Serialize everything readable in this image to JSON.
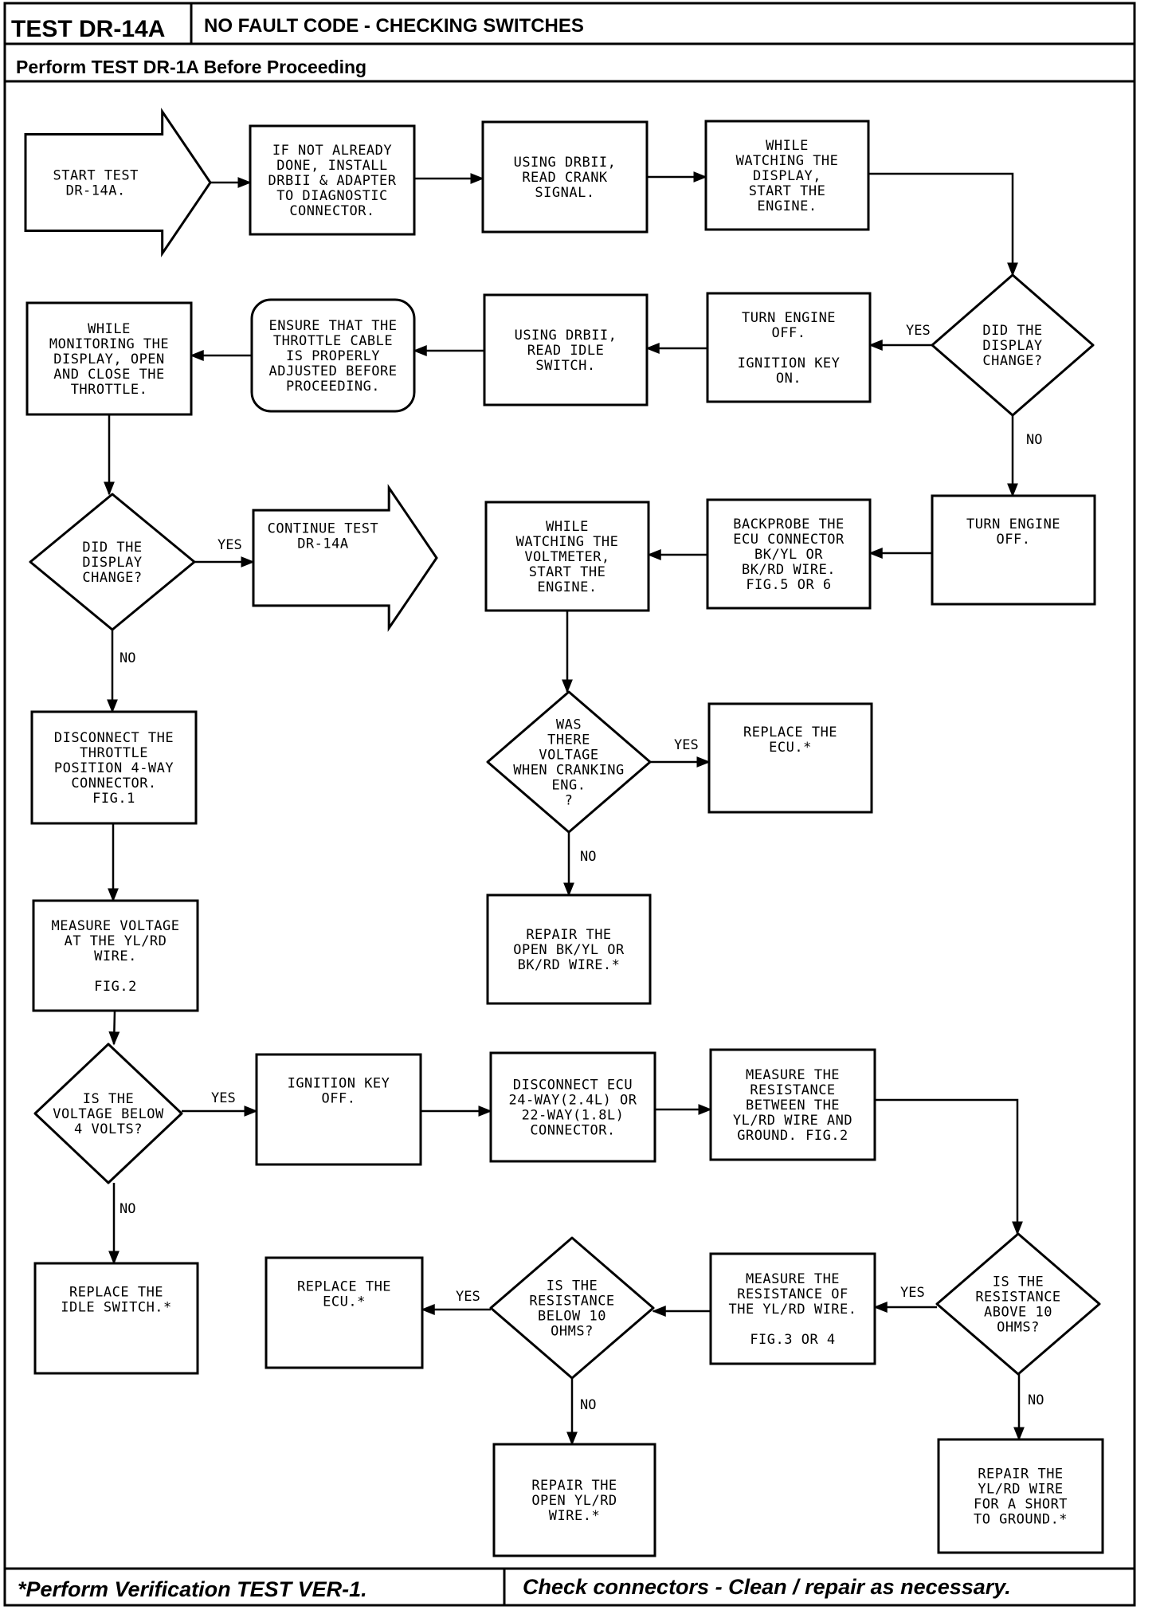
{
  "header": {
    "test_id": "TEST DR-14A",
    "title": "NO FAULT CODE - CHECKING SWITCHES",
    "prerequisite": "Perform TEST DR-1A Before Proceeding"
  },
  "footer": {
    "verification_note": "*Perform Verification TEST VER-1.",
    "connector_note": "Check connectors - Clean / repair as necessary."
  },
  "labels": {
    "yes": "YES",
    "no": "NO"
  },
  "nodes": [
    {
      "id": "start",
      "type": "arrow",
      "lines": [
        "START TEST",
        "DR-14A."
      ]
    },
    {
      "id": "install-drbii",
      "type": "process",
      "lines": [
        "IF NOT ALREADY",
        "DONE, INSTALL",
        "DRBII & ADAPTER",
        "TO DIAGNOSTIC",
        "CONNECTOR."
      ]
    },
    {
      "id": "read-crank",
      "type": "process",
      "lines": [
        "USING DRBII,",
        "READ CRANK",
        "SIGNAL."
      ]
    },
    {
      "id": "start-engine-display",
      "type": "process",
      "lines": [
        "WHILE",
        "WATCHING THE",
        "DISPLAY,",
        "START THE",
        "ENGINE."
      ]
    },
    {
      "id": "display-change-1",
      "type": "decision",
      "lines": [
        "DID THE",
        "DISPLAY",
        "CHANGE?"
      ]
    },
    {
      "id": "engine-off-key-on",
      "type": "process",
      "lines": [
        "TURN ENGINE",
        "OFF.",
        "",
        "IGNITION KEY",
        "ON."
      ]
    },
    {
      "id": "read-idle",
      "type": "process",
      "lines": [
        "USING DRBII,",
        "READ IDLE",
        "SWITCH."
      ]
    },
    {
      "id": "throttle-cable",
      "type": "rounded",
      "lines": [
        "ENSURE THAT THE",
        "THROTTLE CABLE",
        "IS PROPERLY",
        "ADJUSTED BEFORE",
        "PROCEEDING."
      ]
    },
    {
      "id": "open-close-throttle",
      "type": "process",
      "lines": [
        "WHILE",
        "MONITORING THE",
        "DISPLAY, OPEN",
        "AND CLOSE THE",
        "THROTTLE."
      ]
    },
    {
      "id": "display-change-2",
      "type": "decision",
      "lines": [
        "DID THE",
        "DISPLAY",
        "CHANGE?"
      ]
    },
    {
      "id": "continue-test",
      "type": "arrow",
      "lines": [
        "CONTINUE TEST",
        "DR-14A"
      ]
    },
    {
      "id": "engine-off",
      "type": "process",
      "lines": [
        "TURN ENGINE",
        "OFF."
      ]
    },
    {
      "id": "backprobe-ecu",
      "type": "process",
      "lines": [
        "BACKPROBE THE",
        "ECU CONNECTOR",
        "BK/YL OR",
        "BK/RD WIRE.",
        "FIG.5 OR 6"
      ]
    },
    {
      "id": "voltmeter-start",
      "type": "process",
      "lines": [
        "WHILE",
        "WATCHING THE",
        "VOLTMETER,",
        "START THE",
        "ENGINE."
      ]
    },
    {
      "id": "voltage-cranking",
      "type": "decision",
      "lines": [
        "WAS",
        "THERE",
        "VOLTAGE",
        "WHEN CRANKING",
        "ENG.",
        "?"
      ]
    },
    {
      "id": "replace-ecu-1",
      "type": "process",
      "lines": [
        "REPLACE THE",
        "ECU.*"
      ]
    },
    {
      "id": "repair-bk-wire",
      "type": "process",
      "lines": [
        "REPAIR THE",
        "OPEN BK/YL OR",
        "BK/RD WIRE.*"
      ]
    },
    {
      "id": "disconnect-tps",
      "type": "process",
      "lines": [
        "DISCONNECT THE",
        "THROTTLE",
        "POSITION 4-WAY",
        "CONNECTOR.",
        "FIG.1"
      ]
    },
    {
      "id": "measure-voltage",
      "type": "process",
      "lines": [
        "MEASURE VOLTAGE",
        "AT THE YL/RD",
        "WIRE.",
        "",
        "FIG.2"
      ]
    },
    {
      "id": "voltage-below-4",
      "type": "decision",
      "lines": [
        "IS THE",
        "VOLTAGE BELOW",
        "4 VOLTS?"
      ]
    },
    {
      "id": "ignition-off",
      "type": "process",
      "lines": [
        "IGNITION KEY",
        "OFF."
      ]
    },
    {
      "id": "disconnect-ecu",
      "type": "process",
      "lines": [
        "DISCONNECT ECU",
        "24-WAY(2.4L) OR",
        "22-WAY(1.8L)",
        "CONNECTOR."
      ]
    },
    {
      "id": "measure-res-ground",
      "type": "process",
      "lines": [
        "MEASURE THE",
        "RESISTANCE",
        "BETWEEN THE",
        "YL/RD WIRE AND",
        "GROUND. FIG.2"
      ]
    },
    {
      "id": "res-above-10",
      "type": "decision",
      "lines": [
        "IS THE",
        "RESISTANCE",
        "ABOVE 10",
        "OHMS?"
      ]
    },
    {
      "id": "measure-res-wire",
      "type": "process",
      "lines": [
        "MEASURE THE",
        "RESISTANCE OF",
        "THE YL/RD WIRE.",
        "",
        "FIG.3 OR 4"
      ]
    },
    {
      "id": "res-below-10",
      "type": "decision",
      "lines": [
        "IS THE",
        "RESISTANCE",
        "BELOW 10",
        "OHMS?"
      ]
    },
    {
      "id": "replace-ecu-2",
      "type": "process",
      "lines": [
        "REPLACE THE",
        "ECU.*"
      ]
    },
    {
      "id": "replace-idle-switch",
      "type": "process",
      "lines": [
        "REPLACE THE",
        "IDLE SWITCH.*"
      ]
    },
    {
      "id": "repair-open-yl",
      "type": "process",
      "lines": [
        "REPAIR THE",
        "OPEN YL/RD",
        "WIRE.*"
      ]
    },
    {
      "id": "repair-short",
      "type": "process",
      "lines": [
        "REPAIR THE",
        "YL/RD WIRE",
        "FOR A SHORT",
        "TO GROUND.*"
      ]
    }
  ],
  "edges": [
    {
      "from": "start",
      "to": "install-drbii",
      "label": ""
    },
    {
      "from": "install-drbii",
      "to": "read-crank",
      "label": ""
    },
    {
      "from": "read-crank",
      "to": "start-engine-display",
      "label": ""
    },
    {
      "from": "start-engine-display",
      "to": "display-change-1",
      "label": ""
    },
    {
      "from": "display-change-1",
      "to": "engine-off-key-on",
      "label": "YES"
    },
    {
      "from": "display-change-1",
      "to": "engine-off",
      "label": "NO"
    },
    {
      "from": "engine-off-key-on",
      "to": "read-idle",
      "label": ""
    },
    {
      "from": "read-idle",
      "to": "throttle-cable",
      "label": ""
    },
    {
      "from": "throttle-cable",
      "to": "open-close-throttle",
      "label": ""
    },
    {
      "from": "open-close-throttle",
      "to": "display-change-2",
      "label": ""
    },
    {
      "from": "display-change-2",
      "to": "continue-test",
      "label": "YES"
    },
    {
      "from": "display-change-2",
      "to": "disconnect-tps",
      "label": "NO"
    },
    {
      "from": "engine-off",
      "to": "backprobe-ecu",
      "label": ""
    },
    {
      "from": "backprobe-ecu",
      "to": "voltmeter-start",
      "label": ""
    },
    {
      "from": "voltmeter-start",
      "to": "voltage-cranking",
      "label": ""
    },
    {
      "from": "voltage-cranking",
      "to": "replace-ecu-1",
      "label": "YES"
    },
    {
      "from": "voltage-cranking",
      "to": "repair-bk-wire",
      "label": "NO"
    },
    {
      "from": "disconnect-tps",
      "to": "measure-voltage",
      "label": ""
    },
    {
      "from": "measure-voltage",
      "to": "voltage-below-4",
      "label": ""
    },
    {
      "from": "voltage-below-4",
      "to": "ignition-off",
      "label": "YES"
    },
    {
      "from": "voltage-below-4",
      "to": "replace-idle-switch",
      "label": "NO"
    },
    {
      "from": "ignition-off",
      "to": "disconnect-ecu",
      "label": ""
    },
    {
      "from": "disconnect-ecu",
      "to": "measure-res-ground",
      "label": ""
    },
    {
      "from": "measure-res-ground",
      "to": "res-above-10",
      "label": ""
    },
    {
      "from": "res-above-10",
      "to": "measure-res-wire",
      "label": "YES"
    },
    {
      "from": "res-above-10",
      "to": "repair-short",
      "label": "NO"
    },
    {
      "from": "measure-res-wire",
      "to": "res-below-10",
      "label": ""
    },
    {
      "from": "res-below-10",
      "to": "replace-ecu-2",
      "label": "YES"
    },
    {
      "from": "res-below-10",
      "to": "repair-open-yl",
      "label": "NO"
    }
  ]
}
